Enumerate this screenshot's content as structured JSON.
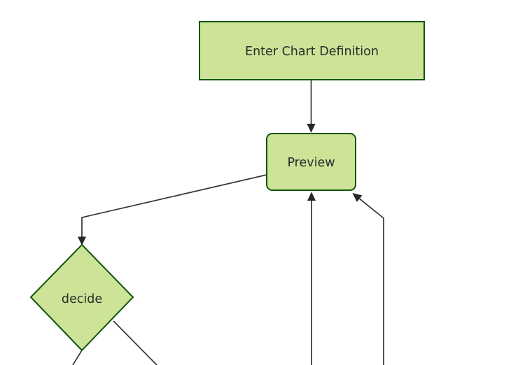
{
  "diagram": {
    "type": "flowchart",
    "direction": "top-down",
    "nodes": [
      {
        "id": "A",
        "label": "Enter Chart Definition",
        "shape": "rectangle"
      },
      {
        "id": "B",
        "label": "Preview",
        "shape": "rounded-rectangle"
      },
      {
        "id": "C",
        "label": "decide",
        "shape": "diamond"
      }
    ],
    "edges": [
      {
        "from": "Enter Chart Definition",
        "to": "Preview",
        "style": "arrow"
      },
      {
        "from": "Preview",
        "to": "decide",
        "style": "arrow"
      },
      {
        "from": "offscreen-bottom-center",
        "to": "Preview",
        "style": "arrow"
      },
      {
        "from": "offscreen-bottom-right",
        "to": "Preview",
        "style": "arrow"
      },
      {
        "from": "decide",
        "to": "offscreen-bottom-left",
        "style": "line"
      },
      {
        "from": "decide",
        "to": "offscreen-bottom-right",
        "style": "line"
      }
    ],
    "colors": {
      "node_fill": "#cde498",
      "node_border": "#13540c",
      "edge_line": "#333333",
      "arrowhead": "#262626",
      "label_text": "#2b2b2b",
      "background": "#ffffff"
    }
  }
}
